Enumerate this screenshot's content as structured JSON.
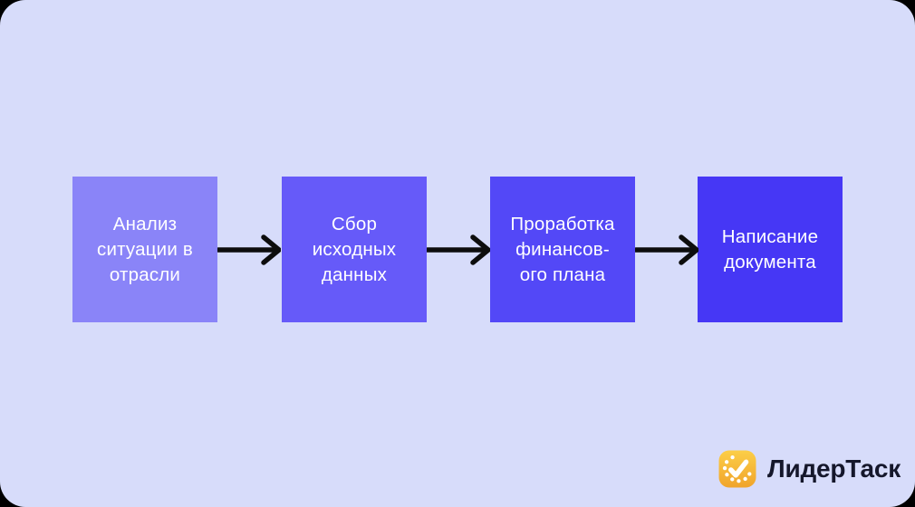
{
  "canvas": {
    "background_color": "#d7dcfa",
    "outer_background_color": "#000000"
  },
  "flowchart": {
    "arrow_color": "#0d0d0d",
    "text_color": "#ffffff",
    "steps": [
      {
        "label": "Анализ ситуации в отрасли",
        "lines": [
          "Анализ",
          "ситуации в",
          "отрасли"
        ],
        "color": "#8a84f8"
      },
      {
        "label": "Сбор исходных данных",
        "lines": [
          "Сбор",
          "исходных",
          "данных"
        ],
        "color": "#665af9"
      },
      {
        "label": "Проработка финансов­ого плана",
        "lines": [
          "Проработка",
          "финансов-",
          "ого плана"
        ],
        "color": "#5348f7"
      },
      {
        "label": "Написание документа",
        "lines": [
          "Написание",
          "документа",
          ""
        ],
        "color": "#4637f5"
      }
    ]
  },
  "branding": {
    "logo_text": "ЛидерТаск",
    "logo_text_color": "#15172b",
    "icon": {
      "name": "leadertask-clock-check-icon",
      "gradient_top": "#fcce48",
      "gradient_bottom": "#f0a42b",
      "glyph_color": "#ffffff"
    }
  }
}
